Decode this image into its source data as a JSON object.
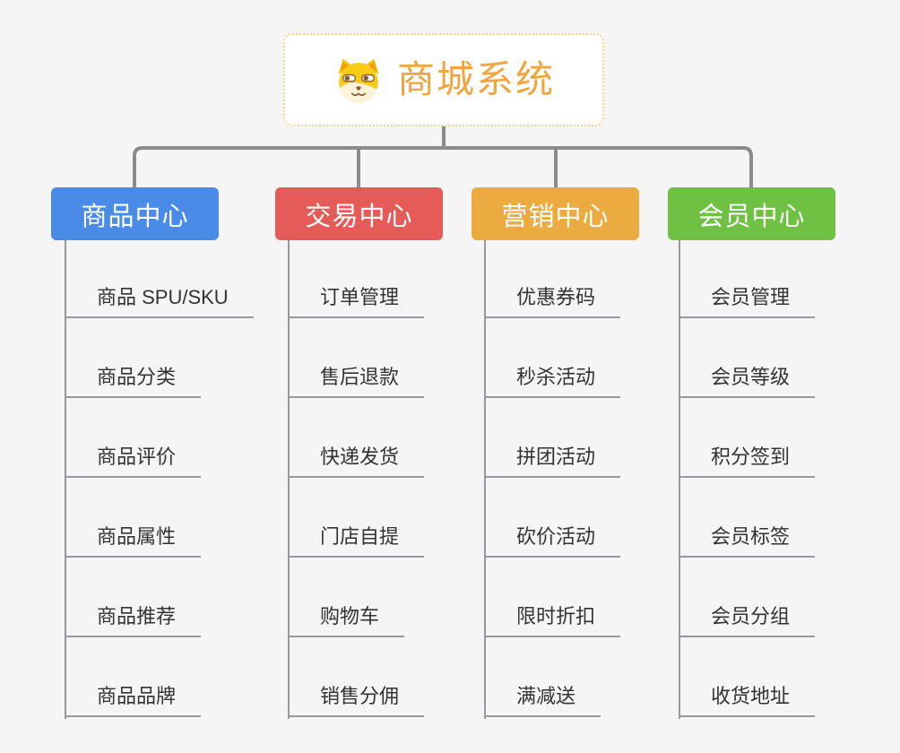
{
  "root": {
    "title": "商城系统",
    "icon": "dog-face",
    "title_color": "#f1a53e",
    "border_color": "#f6d398"
  },
  "branches": [
    {
      "label": "商品中心",
      "color": "#4a8be8",
      "children": [
        "商品 SPU/SKU",
        "商品分类",
        "商品评价",
        "商品属性",
        "商品推荐",
        "商品品牌"
      ]
    },
    {
      "label": "交易中心",
      "color": "#e55b58",
      "children": [
        "订单管理",
        "售后退款",
        "快递发货",
        "门店自提",
        "购物车",
        "销售分佣"
      ]
    },
    {
      "label": "营销中心",
      "color": "#ecab41",
      "children": [
        "优惠券码",
        "秒杀活动",
        "拼团活动",
        "砍价活动",
        "限时折扣",
        "满减送"
      ]
    },
    {
      "label": "会员中心",
      "color": "#6ec142",
      "children": [
        "会员管理",
        "会员等级",
        "积分签到",
        "会员标签",
        "会员分组",
        "收货地址"
      ]
    }
  ],
  "colors": {
    "background": "#f5f5f5",
    "trunk_line": "#8b8b8b",
    "child_line": "#97999c",
    "child_text": "#333333"
  }
}
